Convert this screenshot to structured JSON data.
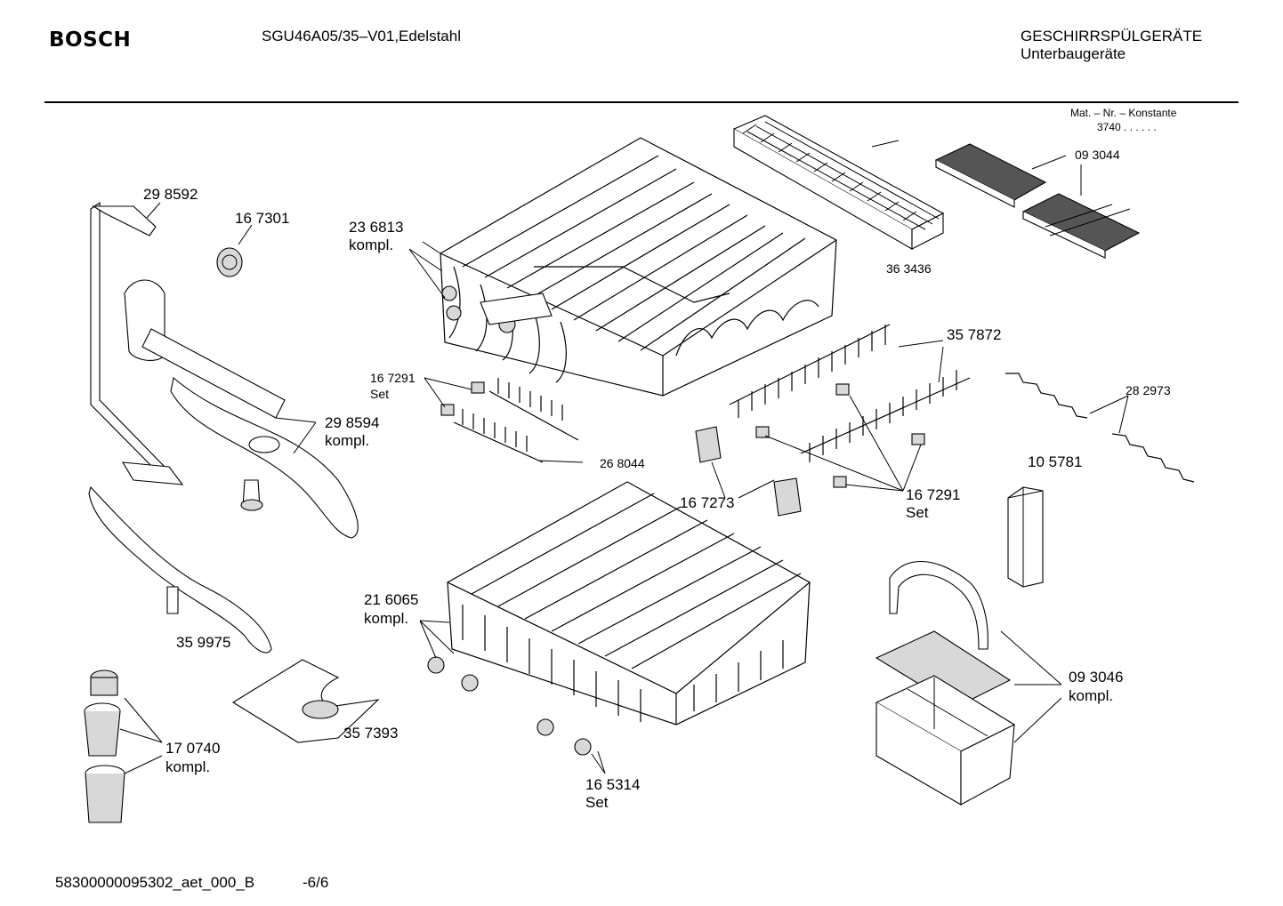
{
  "header": {
    "brand": "BOSCH",
    "model": "SGU46A05/35–V01,Edelstahl",
    "category": "GESCHIRRSPÜLGERÄTE",
    "subcategory": "Unterbaugeräte"
  },
  "material_note": {
    "title": "Mat. – Nr. – Konstante",
    "value": "3740  .  .    .  .  .  ."
  },
  "labels": {
    "p298592": "29 8592",
    "p167301": "16 7301",
    "p236813": "23 6813",
    "p236813_suffix": "kompl.",
    "p363436": "36  3436",
    "p093044": "09 3044",
    "p357872": "35 7872",
    "p282973": "28 2973",
    "p167291a": "16 7291",
    "p167291a_suffix": "Set",
    "p268044": "26 8044",
    "p298594": "29 8594",
    "p298594_suffix": "kompl.",
    "p167273": "16 7273",
    "p167291b": "16 7291",
    "p167291b_suffix": "Set",
    "p105781": "10 5781",
    "p216065": "21 6065",
    "p216065_suffix": "kompl.",
    "p359975": "35 9975",
    "p093046": "09 3046",
    "p093046_suffix": "kompl.",
    "p357393": "35 7393",
    "p170740": "17 0740",
    "p170740_suffix": "kompl.",
    "p165314": "16 5314",
    "p165314_suffix": "Set"
  },
  "footer": {
    "doc_id": "58300000095302_aet_000_B",
    "page": "-6/6"
  },
  "icons": [
    "spray-arm-icon",
    "dish-rack-icon",
    "cutlery-basket-icon",
    "filter-icon"
  ]
}
